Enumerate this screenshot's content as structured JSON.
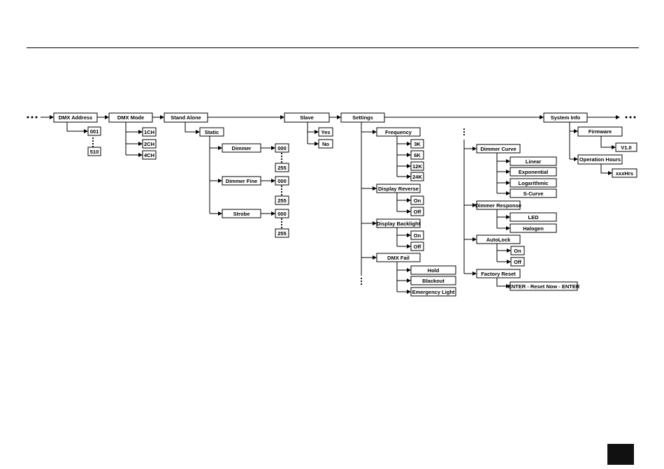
{
  "main_row": {
    "dmx_address": "DMX Address",
    "dmx_mode": "DMX Mode",
    "stand_alone": "Stand Alone",
    "slave": "Slave",
    "settings": "Settings",
    "system_info": "System Info"
  },
  "dmx_address": {
    "min": "001",
    "max": "510"
  },
  "dmx_mode": {
    "options": [
      "1CH",
      "2CH",
      "4CH"
    ]
  },
  "stand_alone": {
    "static": "Static",
    "channels": [
      {
        "label": "Dimmer",
        "min": "000",
        "max": "255"
      },
      {
        "label": "Dimmer Fine",
        "min": "000",
        "max": "255"
      },
      {
        "label": "Strobe",
        "min": "000",
        "max": "255"
      }
    ]
  },
  "slave": {
    "options": [
      "Yes",
      "No"
    ]
  },
  "settings_left": [
    {
      "label": "Frequency",
      "options": [
        "3K",
        "6K",
        "12K",
        "24K"
      ]
    },
    {
      "label": "Display Reverse",
      "options": [
        "On",
        "Off"
      ]
    },
    {
      "label": "Display Backlight",
      "options": [
        "On",
        "Off"
      ]
    },
    {
      "label": "DMX Fail",
      "options": [
        "Hold",
        "Blackout",
        "Emergency Light"
      ]
    }
  ],
  "settings_right": [
    {
      "label": "Dimmer Curve",
      "options": [
        "Linear",
        "Exponential",
        "Logarithmic",
        "S-Curve"
      ]
    },
    {
      "label": "Dimmer Response",
      "options": [
        "LED",
        "Halogen"
      ]
    },
    {
      "label": "AutoLock",
      "options": [
        "On",
        "Off"
      ]
    },
    {
      "label": "Factory Reset",
      "options": [
        "ENTER - Reset Now - ENTER"
      ]
    }
  ],
  "system_info": {
    "firmware": "Firmware",
    "firmware_value": "V1.0",
    "operation_hours": "Operation Hours",
    "operation_hours_value": "xxxHrs"
  }
}
